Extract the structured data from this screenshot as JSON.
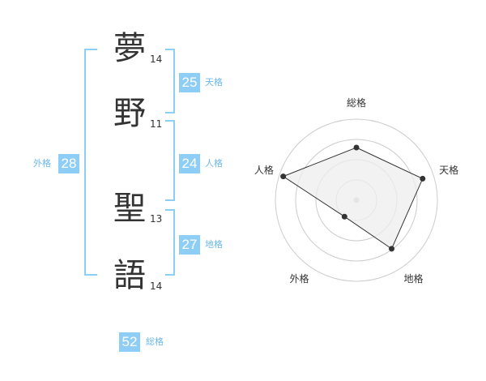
{
  "name": {
    "chars": [
      {
        "kanji": "夢",
        "strokes": "14"
      },
      {
        "kanji": "野",
        "strokes": "11"
      },
      {
        "kanji": "聖",
        "strokes": "13"
      },
      {
        "kanji": "語",
        "strokes": "14"
      }
    ]
  },
  "fortunes": {
    "tenkaku": {
      "value": "25",
      "label": "天格"
    },
    "jinkaku": {
      "value": "24",
      "label": "人格"
    },
    "chikaku": {
      "value": "27",
      "label": "地格"
    },
    "gaikaku": {
      "value": "28",
      "label": "外格"
    },
    "soukaku": {
      "value": "52",
      "label": "総格"
    }
  },
  "chart_data": {
    "type": "radar",
    "axes": [
      "総格",
      "天格",
      "地格",
      "外格",
      "人格"
    ],
    "values": [
      0.65,
      0.86,
      0.74,
      0.25,
      0.95
    ],
    "scale_max": 1,
    "rings": 4,
    "colors": {
      "fill": "#eeeeee",
      "stroke": "#333333",
      "grid": "#cccccc",
      "point": "#333333",
      "center": "#cccccc"
    }
  }
}
